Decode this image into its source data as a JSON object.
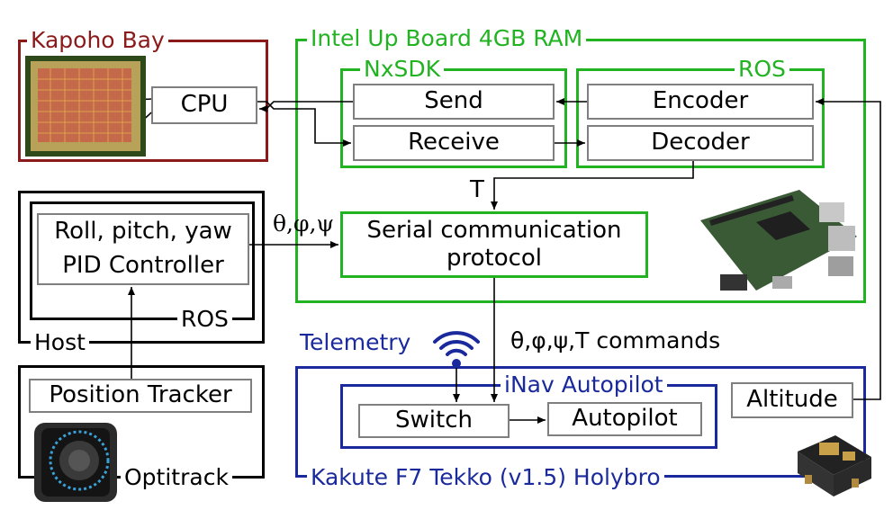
{
  "colors": {
    "kapoho": "#8b1a1a",
    "intel": "#22b322",
    "kakute": "#1a2a9c",
    "host": "#000000",
    "box_border": "#7f7f7f"
  },
  "groups": {
    "kapoho": "Kapoho Bay",
    "intel": "Intel Up Board 4GB RAM",
    "nxsdk": "NxSDK",
    "ros_intel": "ROS",
    "host": "Host",
    "ros_host": "ROS",
    "optitrack": "Optitrack",
    "kakute": "Kakute F7 Tekko (v1.5) Holybro",
    "inav": "iNav Autopilot"
  },
  "blocks": {
    "cpu": "CPU",
    "send": "Send",
    "receive": "Receive",
    "encoder": "Encoder",
    "decoder": "Decoder",
    "serial": "Serial communication protocol",
    "pid": "Roll, pitch, yaw PID Controller",
    "position_tracker": "Position Tracker",
    "switch": "Switch",
    "autopilot": "Autopilot",
    "altitude": "Altitude"
  },
  "signals": {
    "t": "T",
    "angles": "θ,φ,ψ",
    "commands": "θ,φ,ψ,T commands",
    "telemetry": "Telemetry"
  },
  "images": {
    "chip": "loihi-chip-image",
    "board": "up-board-image",
    "camera": "optitrack-camera-image",
    "flight_controller": "flight-controller-image"
  }
}
